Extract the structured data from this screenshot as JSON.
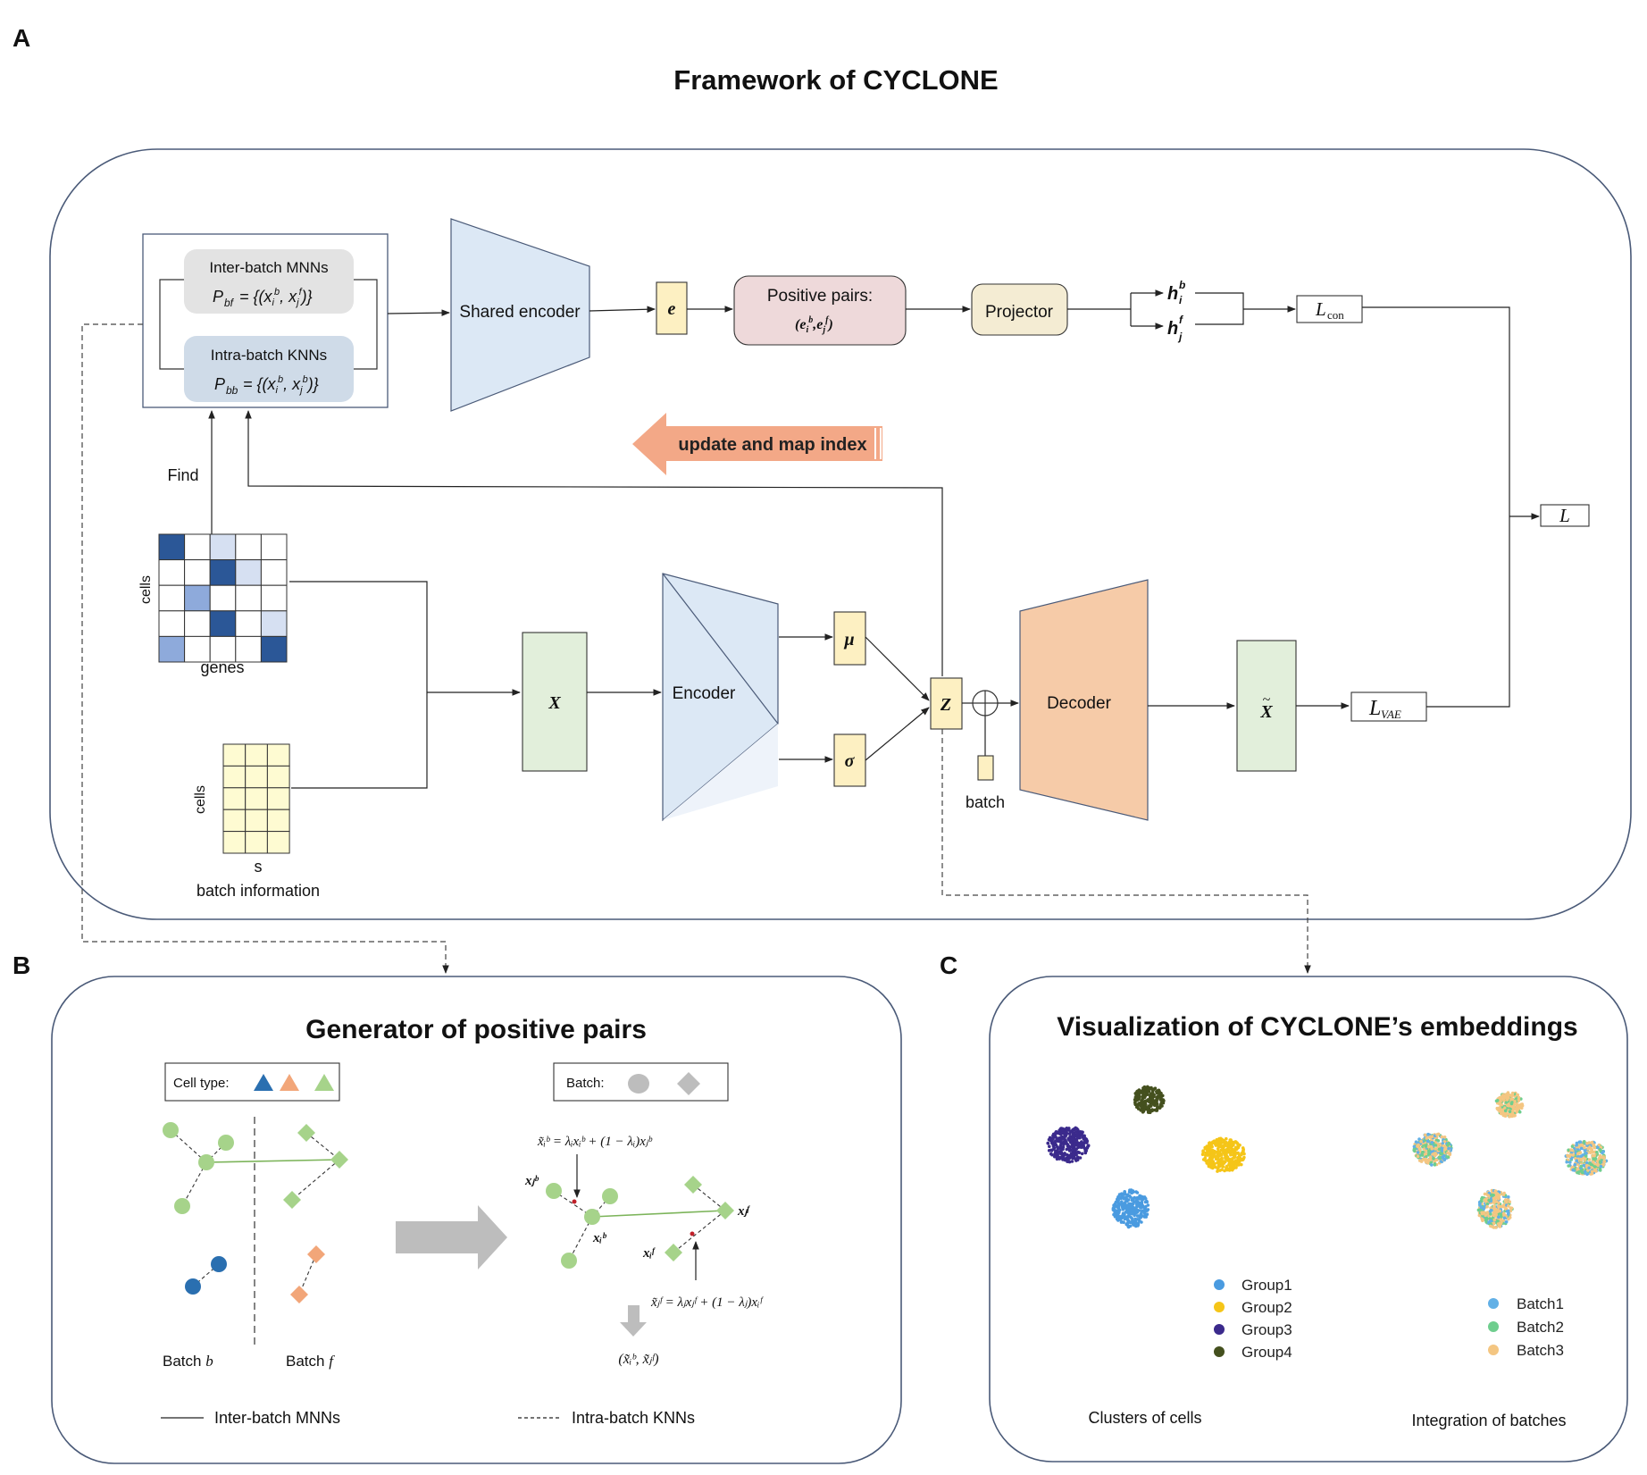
{
  "panel_labels": {
    "a": "A",
    "b": "B",
    "c": "C"
  },
  "titles": {
    "framework": "Framework of CYCLONE",
    "generator": "Generator of positive pairs",
    "visualization": "Visualization of CYCLONE’s embeddings"
  },
  "pairs_box": {
    "inter_title": "Inter-batch MNNs",
    "inter_formula_lhs": "P",
    "inter_formula_sub": "bf",
    "inter_formula_rhs": "= {(x",
    "intra_title": "Intra-batch KNNs",
    "intra_formula_lhs": "P",
    "intra_formula_sub": "bb",
    "intra_formula_rhs": "= {(x"
  },
  "top_path": {
    "shared_encoder": "Shared encoder",
    "e": "e",
    "positive_pairs": "Positive pairs:",
    "positive_pairs_formula": "(e",
    "projector": "Projector",
    "h": "h",
    "h_i_sub": "i",
    "h_i_sup": "b",
    "h_j_sub": "j",
    "h_j_sup": "f",
    "l_con": "L",
    "l_con_sub": "con",
    "update": "update and map index",
    "l_total": "L"
  },
  "bottom_path": {
    "find": "Find",
    "cells_1": "cells",
    "genes": "genes",
    "cells_2": "cells",
    "s": "s",
    "batch_information": "batch information",
    "x": "X",
    "encoder": "Encoder",
    "mu": "μ",
    "sigma": "σ",
    "z": "Z",
    "batch": "batch",
    "decoder": "Decoder",
    "x_tilde": "X",
    "l_vae": "L",
    "l_vae_sub": "VAE"
  },
  "panel_b": {
    "cell_type_legend": "Cell type:",
    "batch_legend": "Batch:",
    "batch_b": "Batch",
    "batch_b_var": "b",
    "batch_f": "Batch",
    "batch_f_var": "f",
    "formula_top": "x̃ᵢᵇ = λᵢxᵢᵇ + (1 − λᵢ)xⱼᵇ",
    "formula_bottom": "x̃ⱼᶠ = λⱼxⱼᶠ + (1 − λⱼ)xᵢᶠ",
    "label_xjb": "xⱼᵇ",
    "label_xib": "xᵢᵇ",
    "label_xjf": "xⱼᶠ",
    "label_xif": "xᵢᶠ",
    "result_pair": "(x̃ᵢᵇ, x̃ⱼᶠ)",
    "line_legend_solid": "Inter-batch MNNs",
    "line_legend_dashed": "Intra-batch KNNs",
    "colors": {
      "blue": "#2a6fb0",
      "orange": "#f2a679",
      "green": "#a6d38a",
      "gray": "#bdbdbd"
    }
  },
  "panel_c": {
    "group_legend": [
      "Group1",
      "Group2",
      "Group3",
      "Group4"
    ],
    "group_colors": [
      "#4a9be0",
      "#f5c518",
      "#3b2a8c",
      "#44501e"
    ],
    "batch_legend": [
      "Batch1",
      "Batch2",
      "Batch3"
    ],
    "batch_colors": [
      "#62b0e6",
      "#6fce8e",
      "#f4c682"
    ],
    "caption_left": "Clusters of cells",
    "caption_right": "Integration of batches"
  },
  "colors": {
    "frame": "#4a5a78",
    "encoder_blue": "#dce8f5",
    "yellow_box": "#fdf0c2",
    "green_box": "#e2efdb",
    "pink_box": "#eed9da",
    "beige_box": "#f4ecd3",
    "decoder_orange": "#f6cba8",
    "update_arrow": "#f3a887",
    "matrix_dark": "#2b5797",
    "matrix_mid": "#8eaadb",
    "matrix_light": "#d6e0f2",
    "batch_matrix": "#fefbd2"
  }
}
